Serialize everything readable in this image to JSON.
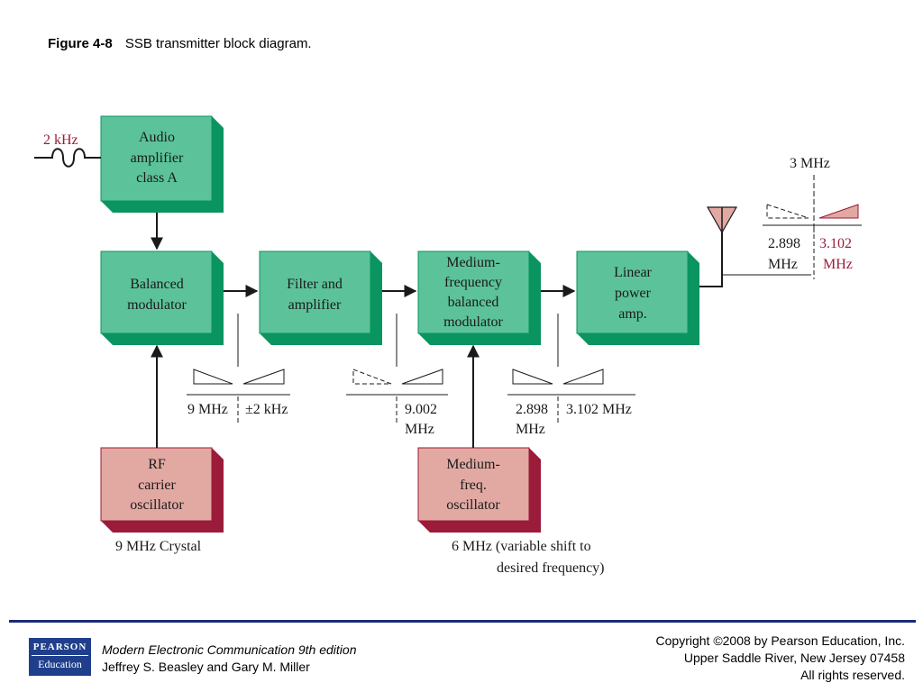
{
  "caption": {
    "figure": "Figure 4-8",
    "title": "SSB transmitter block diagram."
  },
  "colors": {
    "green_face": "#5cc29a",
    "green_side": "#0a9460",
    "pink_face": "#e2a9a3",
    "pink_side": "#9b1b3a",
    "red_text": "#9b1b3a",
    "footer_rule": "#1c2a78",
    "logo_bg": "#1f3f8c"
  },
  "blocks": {
    "audio_amp": [
      "Audio",
      "amplifier",
      "class A"
    ],
    "balanced_mod": [
      "Balanced",
      "modulator"
    ],
    "filter_amp": [
      "Filter and",
      "amplifier"
    ],
    "mf_bal_mod": [
      "Medium-",
      "frequency",
      "balanced",
      "modulator"
    ],
    "linear_amp": [
      "Linear",
      "power",
      "amp."
    ],
    "rf_osc": [
      "RF",
      "carrier",
      "oscillator"
    ],
    "mf_osc": [
      "Medium-",
      "freq.",
      "oscillator"
    ]
  },
  "labels": {
    "audio_in": "2 kHz",
    "rf_osc_note": "9 MHz Crystal",
    "mf_osc_note": [
      "6 MHz (variable shift to",
      "desired frequency)"
    ],
    "spec1_left": "9 MHz",
    "spec1_right": "±2 kHz",
    "spec2_right": [
      "9.002",
      "MHz"
    ],
    "spec3_left": [
      "2.898",
      "MHz"
    ],
    "spec3_right": "3.102 MHz",
    "spec4_top": "3 MHz",
    "spec4_left": [
      "2.898",
      "MHz"
    ],
    "spec4_right": [
      "3.102",
      "MHz"
    ]
  },
  "footer": {
    "logo_top": "PEARSON",
    "logo_bottom": "Education",
    "book_title": "Modern Electronic Communication 9th edition",
    "authors": "Jeffrey S. Beasley and Gary M. Miller",
    "copyright": "Copyright ©2008 by Pearson Education, Inc.",
    "address": "Upper Saddle River, New Jersey 07458",
    "rights": "All rights reserved."
  }
}
